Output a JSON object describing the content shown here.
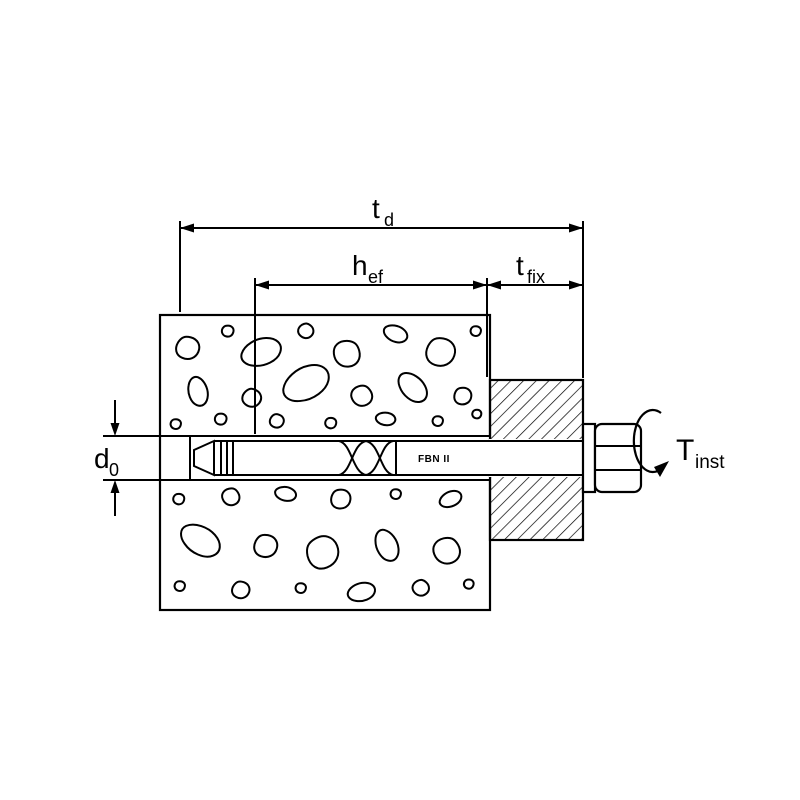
{
  "colors": {
    "background": "#ffffff",
    "line": "#000000"
  },
  "labels": {
    "total_embedment": {
      "main": "t",
      "sub": "d"
    },
    "effective_anchorage_depth": {
      "main": "h",
      "sub": "ef"
    },
    "fixture_thickness": {
      "main": "t",
      "sub": "fix"
    },
    "drill_hole_diameter": {
      "main": "d",
      "sub": "0"
    },
    "installation_torque": {
      "main": "T",
      "sub": "inst"
    }
  },
  "anchor_marking": "FBN II"
}
